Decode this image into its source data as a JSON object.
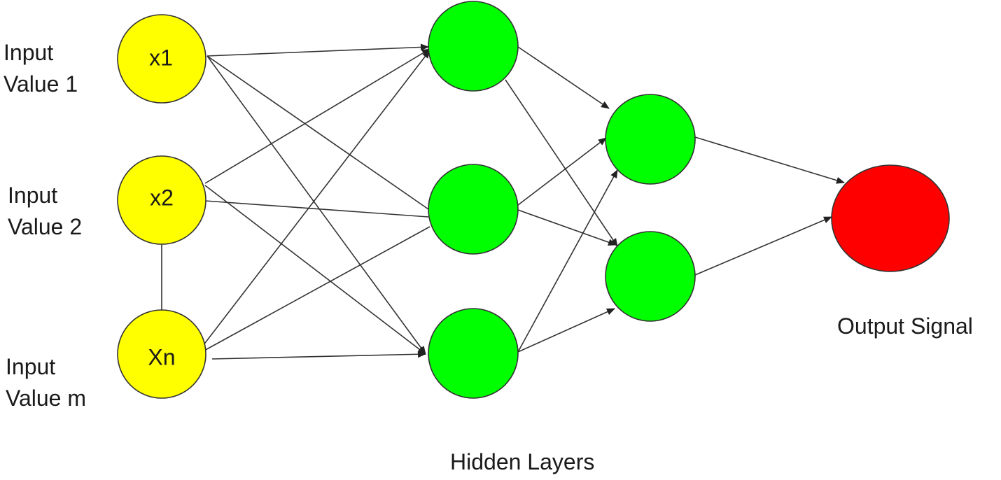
{
  "input_labels": [
    {
      "line1": "Input",
      "line2": "Value 1"
    },
    {
      "line1": "Input",
      "line2": "Value 2"
    },
    {
      "line1": "Input",
      "line2": "Value m"
    }
  ],
  "input_nodes": [
    {
      "label": "x1"
    },
    {
      "label": "x2"
    },
    {
      "label": "Xn"
    }
  ],
  "hidden_layers_label": "Hidden Layers",
  "output_label": "Output Signal",
  "colors": {
    "input_node": "#ffff00",
    "hidden_node": "#00ff00",
    "output_node": "#ff0000",
    "stroke": "#333333"
  }
}
